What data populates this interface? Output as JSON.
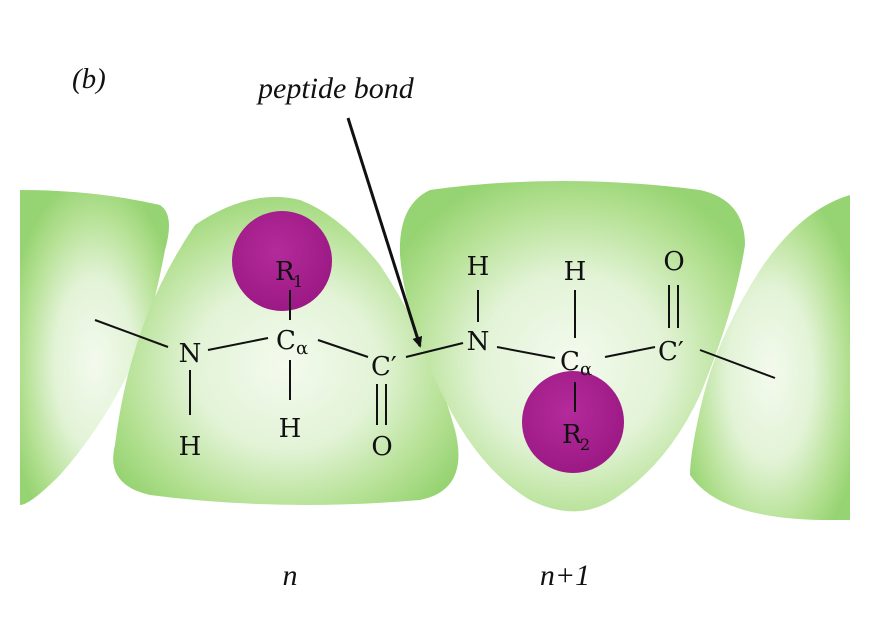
{
  "panel_label": "(b)",
  "annotation": "peptide bond",
  "colors": {
    "plane": "#9bd67a",
    "plane_center": "#f1f8ea",
    "side_chain": "#a61e8e",
    "ink": "#111111"
  },
  "residue_n": {
    "label": "n",
    "nitrogen": "N",
    "amide_hydrogen": "H",
    "alpha_carbon": "C",
    "alpha_subscript": "α",
    "side_chain": "R",
    "side_chain_subscript": "1",
    "alpha_hydrogen": "H",
    "carbonyl_carbon": "C′",
    "carbonyl_oxygen": "O"
  },
  "residue_n1": {
    "label": "n+1",
    "nitrogen": "N",
    "amide_hydrogen": "H",
    "alpha_carbon": "C",
    "alpha_subscript": "α",
    "alpha_hydrogen": "H",
    "side_chain": "R",
    "side_chain_subscript": "2",
    "carbonyl_carbon": "C′",
    "carbonyl_oxygen": "O"
  }
}
